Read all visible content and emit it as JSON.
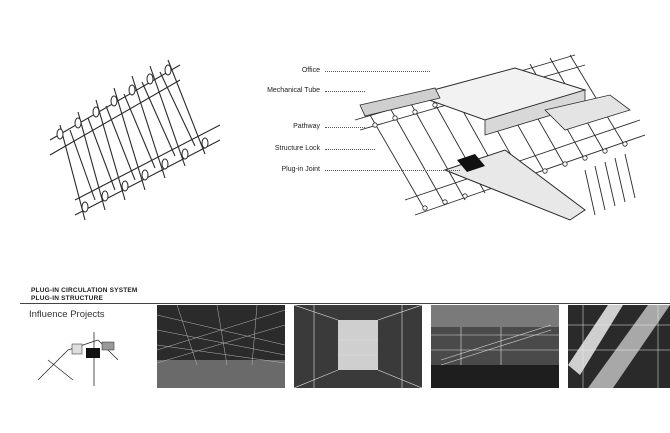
{
  "callouts": [
    "Office",
    "Mechanical Tube",
    "Pathway",
    "Structure Lock",
    "Plug-in Joint"
  ],
  "headings": {
    "line1": "PLUG-IN CIRCULATION SYSTEM",
    "line2": "PLUG-IN STRUCTURE"
  },
  "influence": {
    "title": "Influence Projects"
  },
  "colors": {
    "background": "#ffffff",
    "line": "#2a2a2a",
    "highlight": "#111111"
  }
}
